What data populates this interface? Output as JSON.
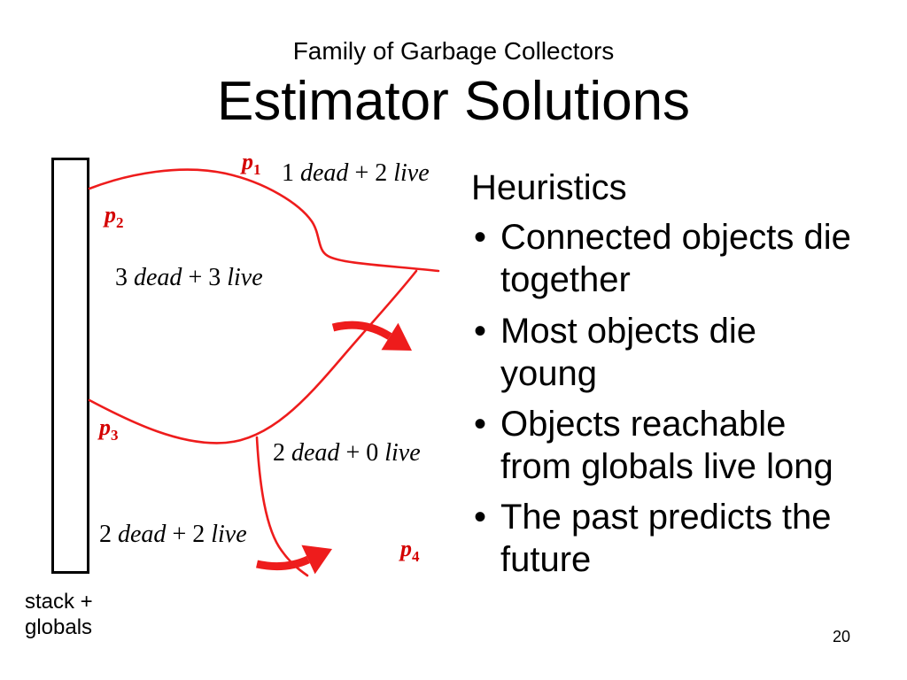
{
  "slide": {
    "subtitle": "Family of Garbage Collectors",
    "title": "Estimator Solutions",
    "page_number": "20"
  },
  "diagram": {
    "root_label": [
      "stack +",
      "globals"
    ],
    "partitions": [
      {
        "letter": "p",
        "sub": "1"
      },
      {
        "letter": "p",
        "sub": "2"
      },
      {
        "letter": "p",
        "sub": "3"
      },
      {
        "letter": "p",
        "sub": "4"
      }
    ],
    "estimates": [
      {
        "n_dead": "1",
        "dead": "dead",
        "plus": "+",
        "n_live": "2",
        "live": "live"
      },
      {
        "n_dead": "3",
        "dead": "dead",
        "plus": "+",
        "n_live": "3",
        "live": "live"
      },
      {
        "n_dead": "2",
        "dead": "dead",
        "plus": "+",
        "n_live": "0",
        "live": "live"
      },
      {
        "n_dead": "2",
        "dead": "dead",
        "plus": "+",
        "n_live": "2",
        "live": "live"
      }
    ],
    "colors": {
      "edge": "#ee1c1c",
      "label": "#d40000",
      "stack_border": "#000000"
    }
  },
  "heuristics": {
    "heading": "Heuristics",
    "bullet_glyph": "•",
    "items": [
      {
        "lines": [
          "Connected objects die",
          "together"
        ]
      },
      {
        "lines": [
          "Most objects die",
          "young"
        ]
      },
      {
        "lines": [
          "Objects reachable",
          "from globals live long"
        ]
      },
      {
        "lines": [
          "The past predicts the",
          "future"
        ]
      }
    ]
  }
}
